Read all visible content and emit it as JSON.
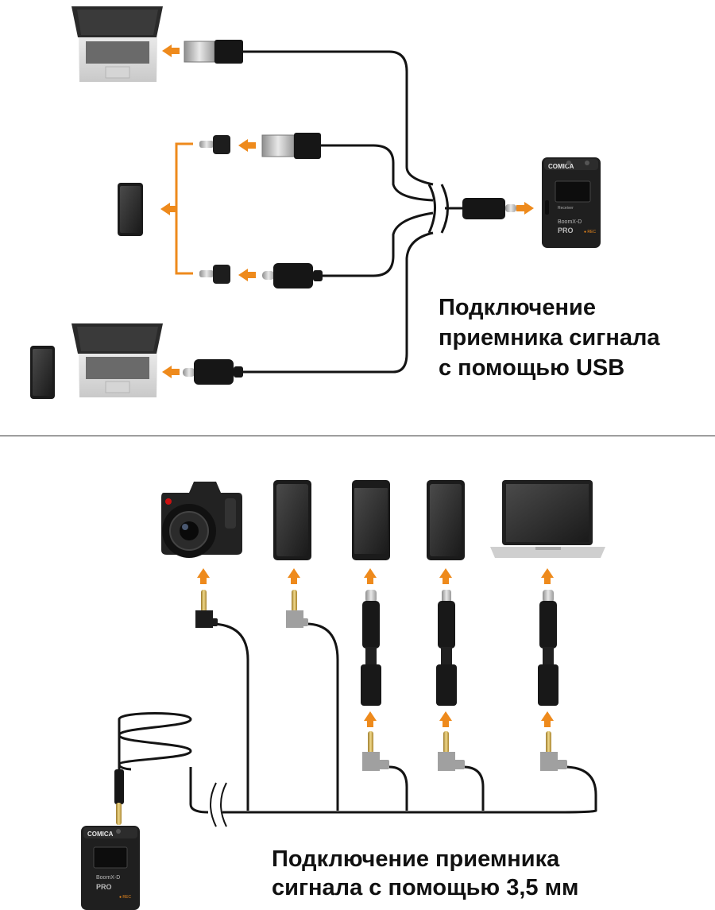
{
  "colors": {
    "arrow": "#ee8a1c",
    "cable": "#141414",
    "background": "#ffffff",
    "gold_plug": "#c9a94b",
    "grey_jack": "#9a9a9a"
  },
  "sections": [
    {
      "id": "usb",
      "caption_lines": [
        "Подключение",
        "приемника сигнала",
        "с помощью USB"
      ],
      "receiver": {
        "brand": "COMICA",
        "model": "BoomX-D",
        "edition": "PRO",
        "rec_label": "● REC"
      },
      "outputs": [
        {
          "target": "laptop",
          "connector": "usb-a"
        },
        {
          "target": "phone",
          "connector": "lightning",
          "via": [
            "usb-a",
            "usb-c"
          ]
        },
        {
          "target": "laptop-and-phone",
          "connector": "usb-c"
        }
      ]
    },
    {
      "id": "jack",
      "caption_lines": [
        "Подключение приемника",
        "сигнала с помощью 3,5 мм"
      ],
      "receiver": {
        "brand": "COMICA",
        "model": "BoomX-D",
        "edition": "PRO",
        "rec_label": "● REC"
      },
      "outputs": [
        {
          "target": "dslr-camera",
          "connector": "3.5mm-trrs"
        },
        {
          "target": "phone",
          "connector": "3.5mm-trrs"
        },
        {
          "target": "android-phone",
          "connector": "usb-c-adapter"
        },
        {
          "target": "iphone",
          "connector": "lightning-adapter"
        },
        {
          "target": "laptop",
          "connector": "usb-c-adapter"
        }
      ]
    }
  ]
}
